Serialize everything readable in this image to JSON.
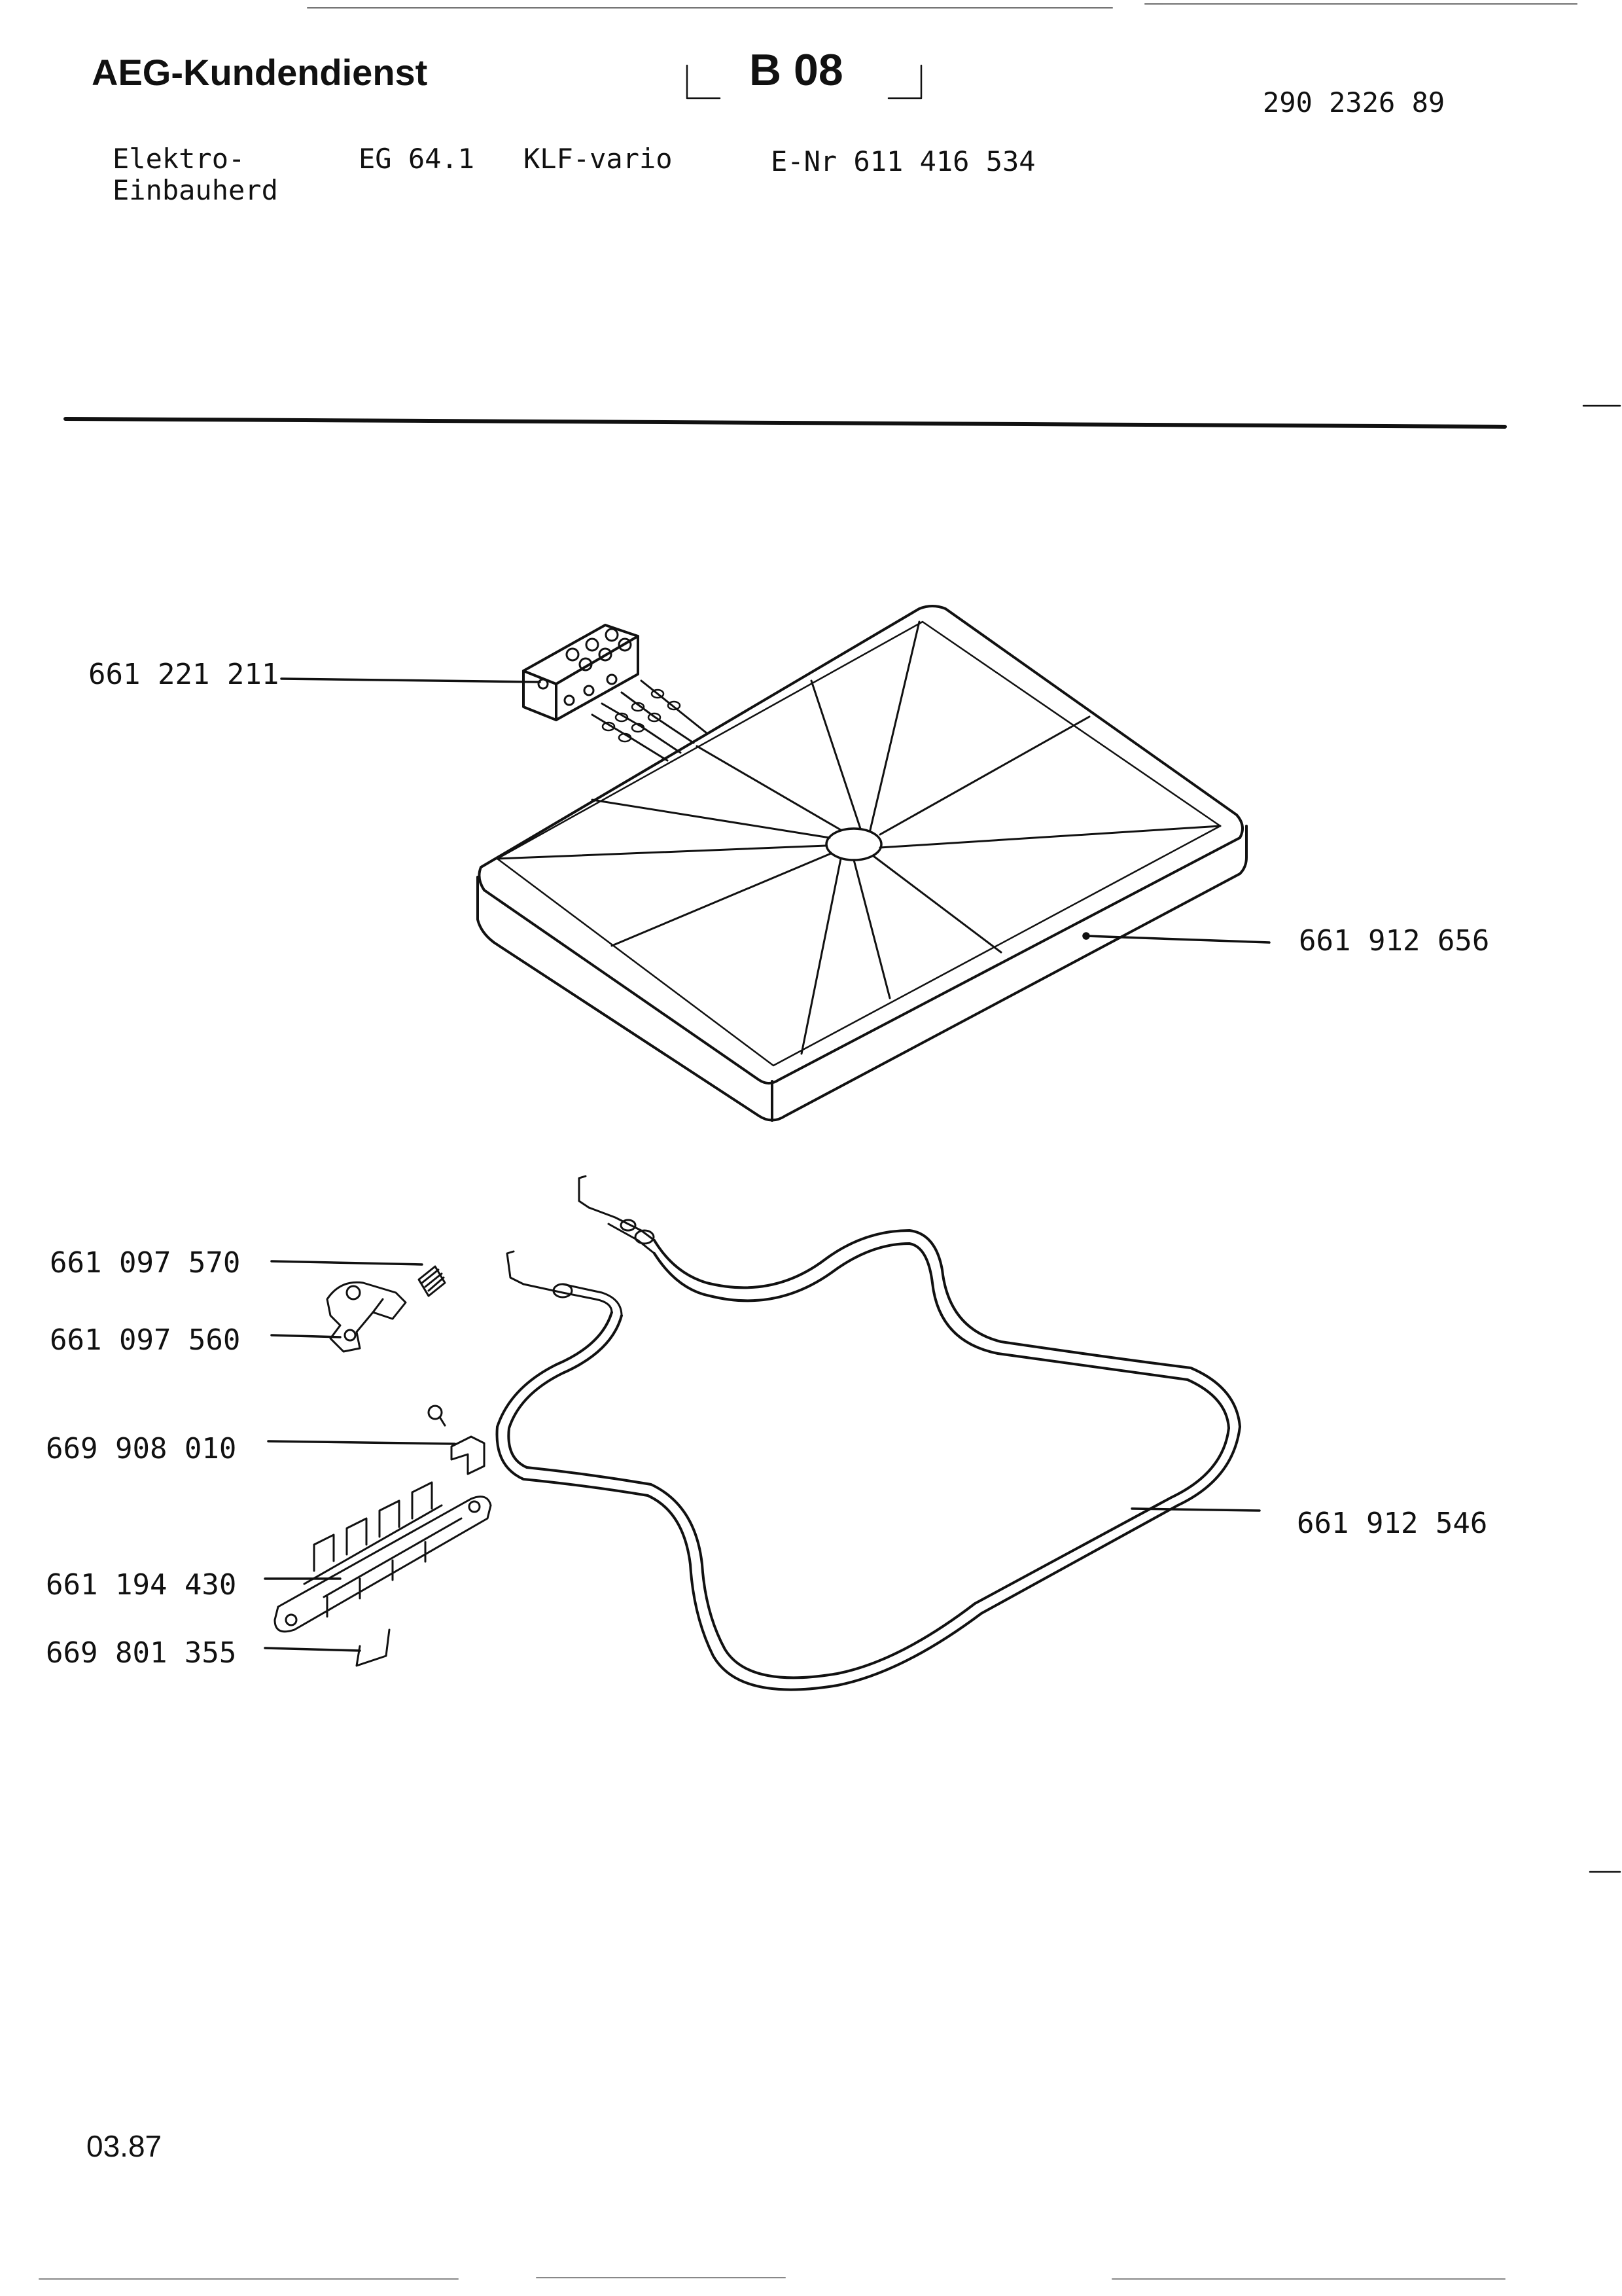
{
  "header": {
    "brand": "AEG-Kundendienst",
    "sheet": "B 08",
    "doc_number": "290 2326 89"
  },
  "product": {
    "line1": "Elektro-",
    "line2": "Einbauherd",
    "model": "EG 64.1",
    "variant": "KLF-vario",
    "enr": "E-Nr 611 416 534"
  },
  "parts": {
    "terminal_block": "661 221 211",
    "heating_plate": "661 912 656",
    "knob_spring": "661 097 570",
    "knob_holder": "661 097 560",
    "clip": "669 908 010",
    "terminal_strip": "661 194 430",
    "bracket": "669 801 355",
    "heating_coil": "661 912 546"
  },
  "footer": {
    "date": "03.87"
  }
}
